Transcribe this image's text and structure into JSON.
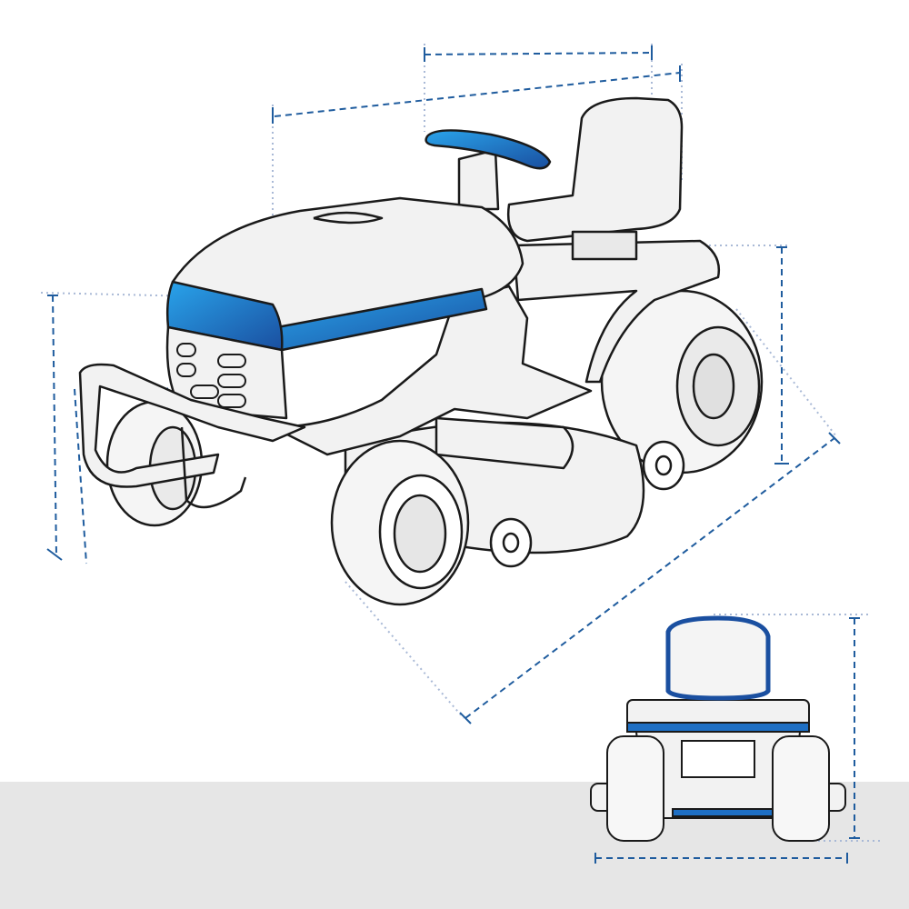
{
  "colors": {
    "background": "#ffffff",
    "floor": "#e6e6e6",
    "accent_blue": "#1e88d6",
    "accent_blue_dark": "#1a4fa0",
    "dimension_line": "#1f5c9e",
    "extension_line": "#a9b9d6",
    "outline": "#1a1a1a",
    "body_fill": "#f2f2f2"
  },
  "illustration": {
    "subject": "riding-lawn-mower",
    "views": [
      "three-quarter-view",
      "rear-view"
    ],
    "icons": [
      "dimension-arrow-icon"
    ]
  }
}
